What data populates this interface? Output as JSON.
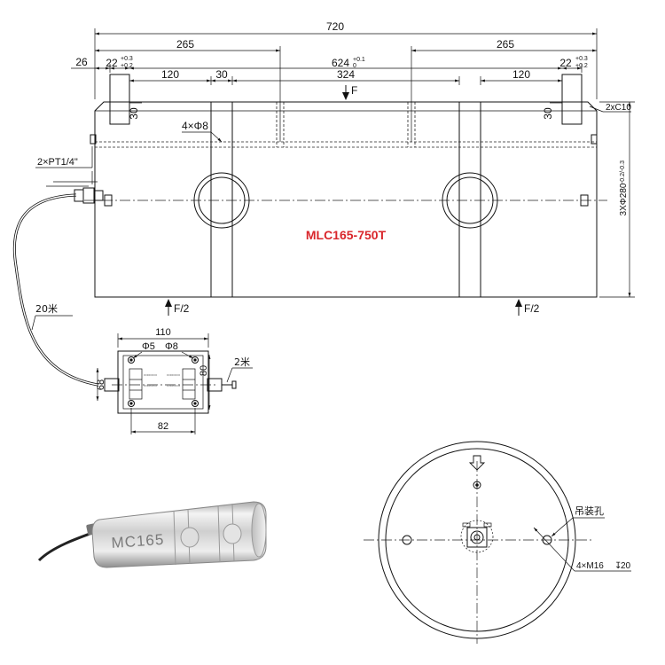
{
  "model_label": "MLC165-750T",
  "model_color": "#d9262b",
  "dimensions": {
    "overall_length": "720",
    "left_offset": "265",
    "right_offset": "265",
    "left_end": "26",
    "left_bearing": "22",
    "left_bearing_tol_upper": "+0.3",
    "left_bearing_tol_lower": "+0.2",
    "span": "624",
    "span_tol_upper": "+0.1",
    "span_tol_lower": "0",
    "right_bearing": "22",
    "right_bearing_tol_upper": "+0.3",
    "right_bearing_tol_lower": "+0.2",
    "left_step": "120",
    "groove_width": "30",
    "center_span": "324",
    "right_step": "120",
    "left_depth": "30",
    "right_depth": "30",
    "holes": "4×Φ8",
    "chamfer": "2xC10",
    "diameter": "3XΦ280",
    "diameter_tol": "-0.2/-0.3",
    "port": "2×PT1/4\""
  },
  "forces": {
    "center": "F",
    "left": "F/2",
    "right": "F/2"
  },
  "cables": {
    "main": "20米",
    "short": "2米"
  },
  "junction_box": {
    "width": "110",
    "inner_width": "82",
    "height_left": "68",
    "height_right": "80",
    "hole_a": "Φ5",
    "hole_b": "Φ8"
  },
  "end_view": {
    "lifting_hole": "吊装孔",
    "threads": "4×M16",
    "thread_depth": "20"
  },
  "photo_label": "MC165"
}
